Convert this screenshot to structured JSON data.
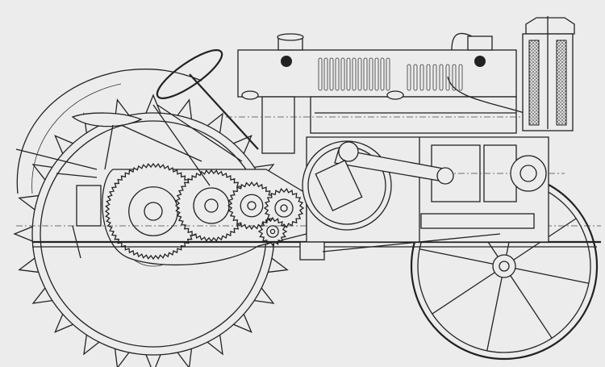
{
  "drawing": {
    "subject": "tractor-cutaway-line-drawing",
    "colors": {
      "background": "#ececec",
      "ink": "#222222"
    },
    "rear_wheel_spikes": 24,
    "front_wheel_spokes": 8
  }
}
